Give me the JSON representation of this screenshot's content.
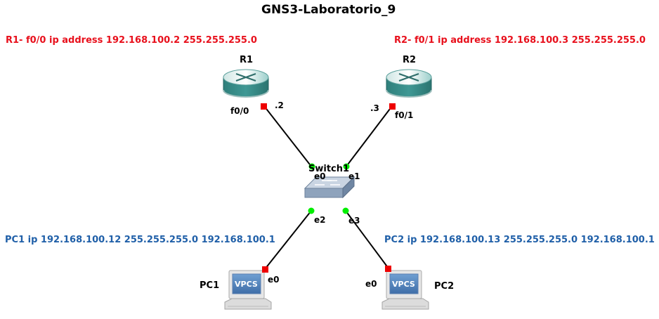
{
  "title": "GNS3-Laboratorio_9",
  "notes": {
    "r1": "R1- f0/0 ip address 192.168.100.2 255.255.255.0",
    "r2": "R2- f0/1 ip address 192.168.100.3 255.255.255.0",
    "pc1": "PC1 ip 192.168.100.12 255.255.255.0 192.168.100.1",
    "pc2": "PC2 ip 192.168.100.13 255.255.255.0 192.168.100.1"
  },
  "nodes": {
    "r1": {
      "name": "R1",
      "icon": "router-icon"
    },
    "r2": {
      "name": "R2",
      "icon": "router-icon"
    },
    "switch1": {
      "name": "Switch1",
      "icon": "ethernet-switch-icon"
    },
    "pc1": {
      "name": "PC1",
      "icon": "vpcs-icon",
      "badge": "VPCS"
    },
    "pc2": {
      "name": "PC2",
      "icon": "vpcs-icon",
      "badge": "VPCS"
    }
  },
  "ports": {
    "r1": "f0/0",
    "r1_host": ".2",
    "r2": "f0/1",
    "r2_host": ".3",
    "sw_e0": "e0",
    "sw_e1": "e1",
    "sw_e2": "e2",
    "sw_e3": "e3",
    "pc1": "e0",
    "pc2": "e0"
  },
  "colors": {
    "note_red": "#e8101c",
    "note_blue": "#1f5fa8",
    "link_up": "#00ee00",
    "link_stopped": "#ee0000",
    "router": "#3a8f8b",
    "switch": "#7b93ad"
  }
}
